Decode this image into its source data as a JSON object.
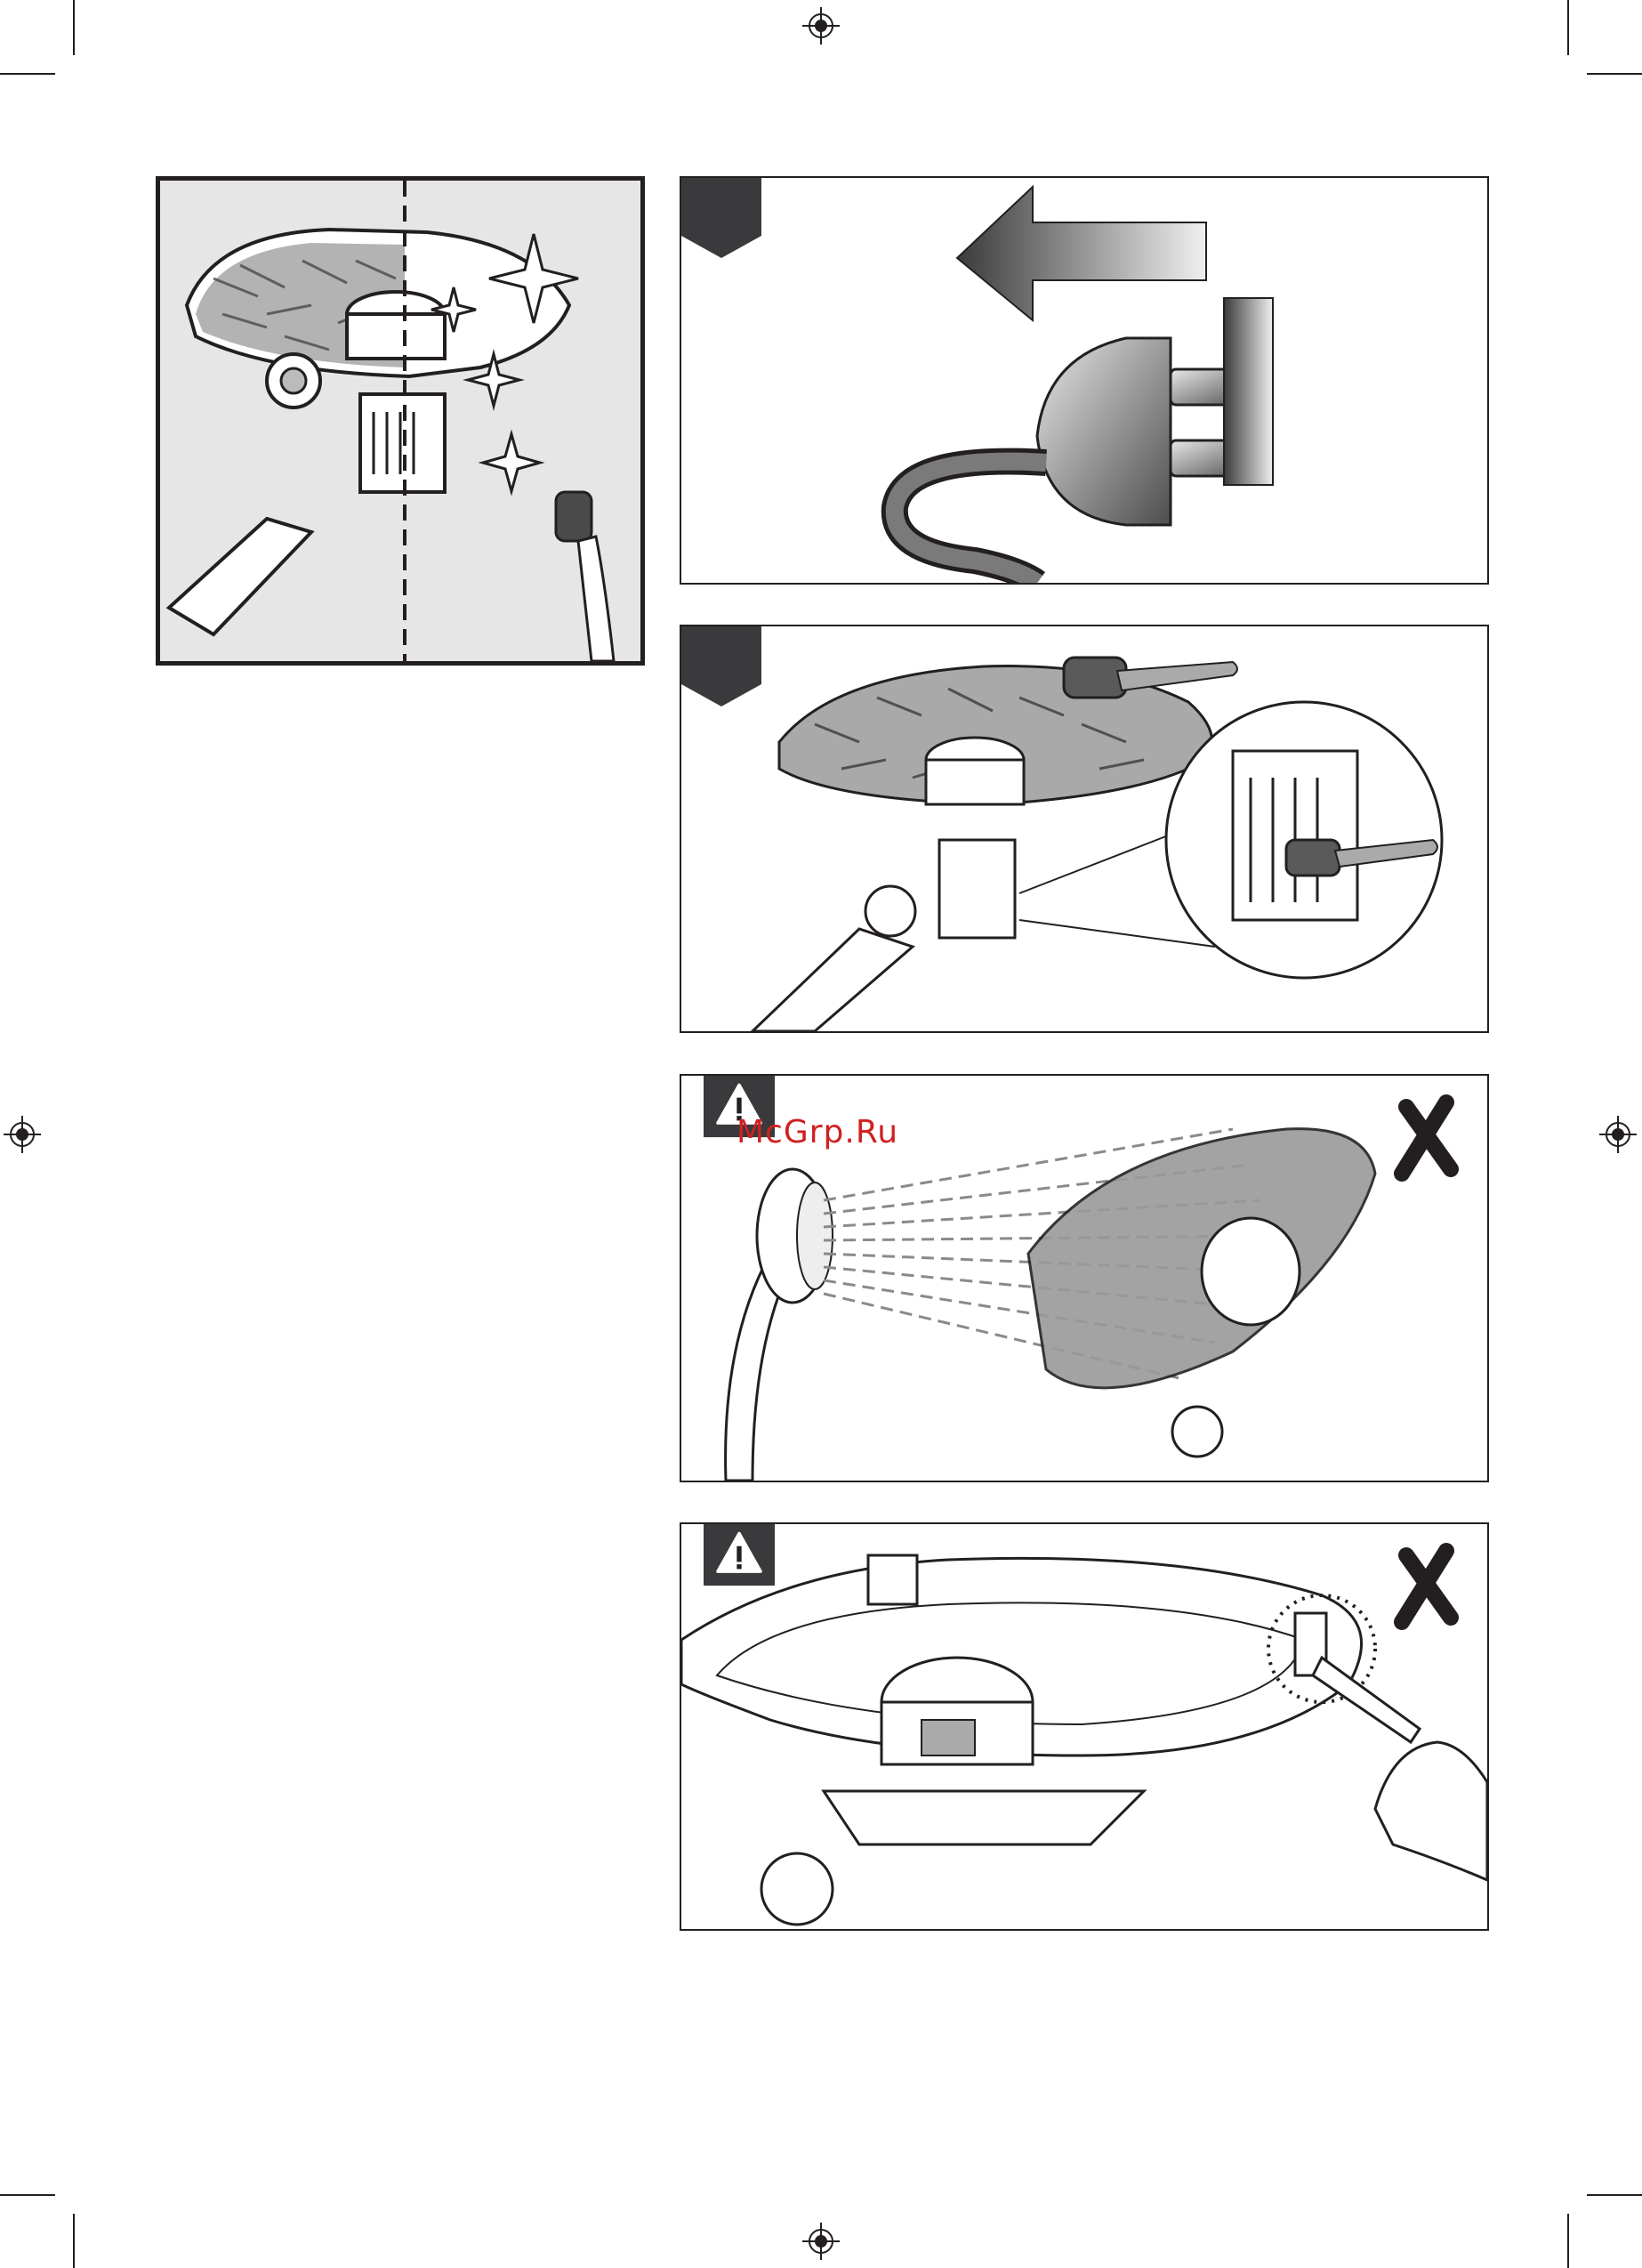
{
  "watermark": {
    "text": "McGrp.Ru"
  },
  "colors": {
    "ink": "#231f20",
    "tab": "#3a3a3c",
    "grey_bg": "#e6e6e6",
    "watermark": "#d02020"
  },
  "panels": [
    {
      "id": "overview",
      "icons": [
        "vacuum-filter-icon",
        "sparkle-icon",
        "brush-icon"
      ]
    },
    {
      "id": "step-unplug",
      "tab": "step",
      "icons": [
        "arrow-left-icon",
        "power-plug-icon",
        "socket-icon"
      ]
    },
    {
      "id": "step-brush",
      "tab": "step",
      "icons": [
        "brush-icon",
        "vacuum-filter-icon",
        "magnifier-detail-icon"
      ]
    },
    {
      "id": "warning-water",
      "tab": "warning",
      "icons": [
        "warning-icon",
        "shower-head-icon",
        "cross-icon"
      ]
    },
    {
      "id": "warning-tool",
      "tab": "warning",
      "icons": [
        "warning-icon",
        "hand-tool-icon",
        "cross-icon"
      ]
    }
  ]
}
